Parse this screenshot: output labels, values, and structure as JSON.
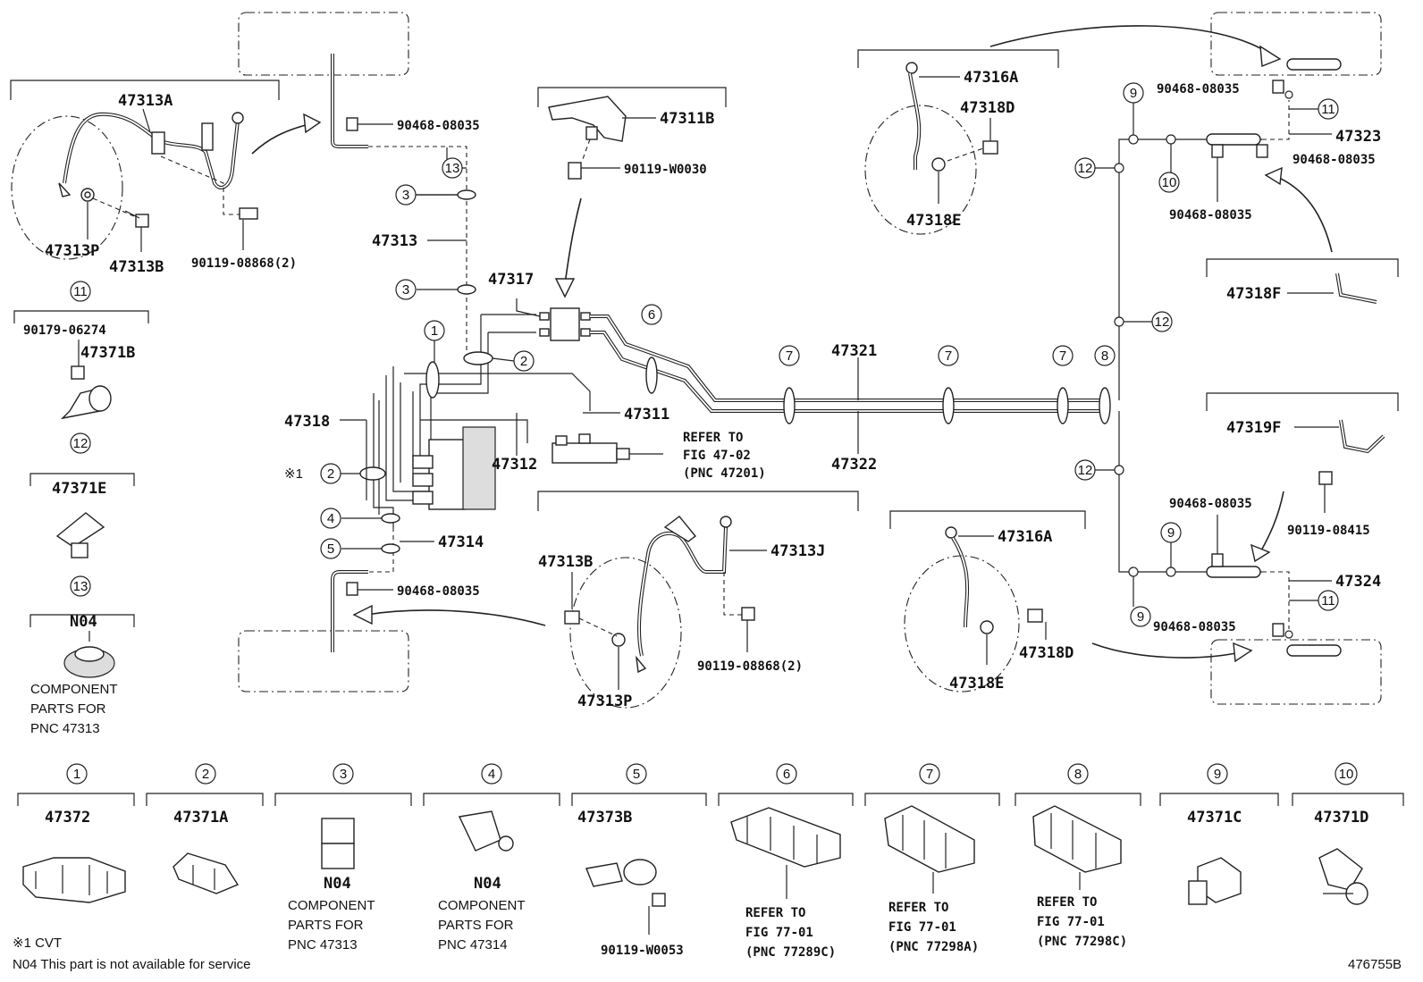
{
  "top_left_group": {
    "title": "47313A",
    "parts": [
      "47313P",
      "47313B",
      "90119-08868(2)"
    ]
  },
  "top_center": {
    "clip_label": "90468-08035",
    "tube_label": "47313",
    "bracket_title": "47311B",
    "bolt_label": "90119-W0030",
    "hub_label": "47317",
    "tube_47311": "47311",
    "tube_47312": "47312",
    "tube_47318": "47318",
    "tube_47314": "47314",
    "refer_text": [
      "REFER TO",
      "FIG 47-02",
      "(PNC 47201)"
    ],
    "cvt_mark": "※1"
  },
  "main_lines": {
    "upper": "47321",
    "lower": "47322"
  },
  "center_lower_group": {
    "title": "47313J",
    "parts": [
      "47313B",
      "47313P",
      "90119-08868(2)"
    ],
    "clip_label": "90468-08035"
  },
  "left_column": {
    "group11": {
      "num": "11",
      "parts": [
        "90179-06274",
        "47371B"
      ]
    },
    "group12": {
      "num": "12",
      "title": "47371E"
    },
    "group13": {
      "num": "13",
      "title": "N04",
      "note": [
        "COMPONENT",
        "PARTS FOR",
        "PNC 47313"
      ]
    }
  },
  "right_upper_group": {
    "title": "47316A",
    "parts": [
      "47318D",
      "47318E"
    ]
  },
  "right_lower_group": {
    "title": "47316A",
    "parts": [
      "47318E",
      "47318D"
    ]
  },
  "right_network": {
    "upper_clip1": "90468-08035",
    "upper_line": "47323",
    "upper_clip2": "90468-08035",
    "upper_clip3": "90468-08035",
    "lower_clip1": "90468-08035",
    "lower_line": "47324",
    "lower_clip2": "90468-08035",
    "hose_f": "47318F",
    "hose_f2": "47319F",
    "bolt": "90119-08415"
  },
  "bottom_items": [
    {
      "num": "1",
      "title": "47372"
    },
    {
      "num": "2",
      "title": "47371A"
    },
    {
      "num": "3",
      "title": "N04",
      "note": [
        "COMPONENT",
        "PARTS FOR",
        "PNC 47313"
      ]
    },
    {
      "num": "4",
      "title": "N04",
      "note": [
        "COMPONENT",
        "PARTS FOR",
        "PNC 47314"
      ]
    },
    {
      "num": "5",
      "title": "47373B",
      "sub": "90119-W0053"
    },
    {
      "num": "6",
      "refer": [
        "REFER TO",
        "FIG 77-01",
        "(PNC 77289C)"
      ]
    },
    {
      "num": "7",
      "refer": [
        "REFER TO",
        "FIG 77-01",
        "(PNC 77298A)"
      ]
    },
    {
      "num": "8",
      "refer": [
        "REFER TO",
        "FIG 77-01",
        "(PNC 77298C)"
      ]
    },
    {
      "num": "9",
      "title": "47371C"
    },
    {
      "num": "10",
      "title": "47371D"
    }
  ],
  "footnotes": [
    "※1 CVT",
    "N04 This part is not available for service"
  ],
  "figure_id": "476755B",
  "callouts": {
    "c1": "1",
    "c2": "2",
    "c3": "3",
    "c4": "4",
    "c5": "5",
    "c6": "6",
    "c7": "7",
    "c8": "8",
    "c9": "9",
    "c10": "10",
    "c11": "11",
    "c12": "12",
    "c13": "13"
  }
}
